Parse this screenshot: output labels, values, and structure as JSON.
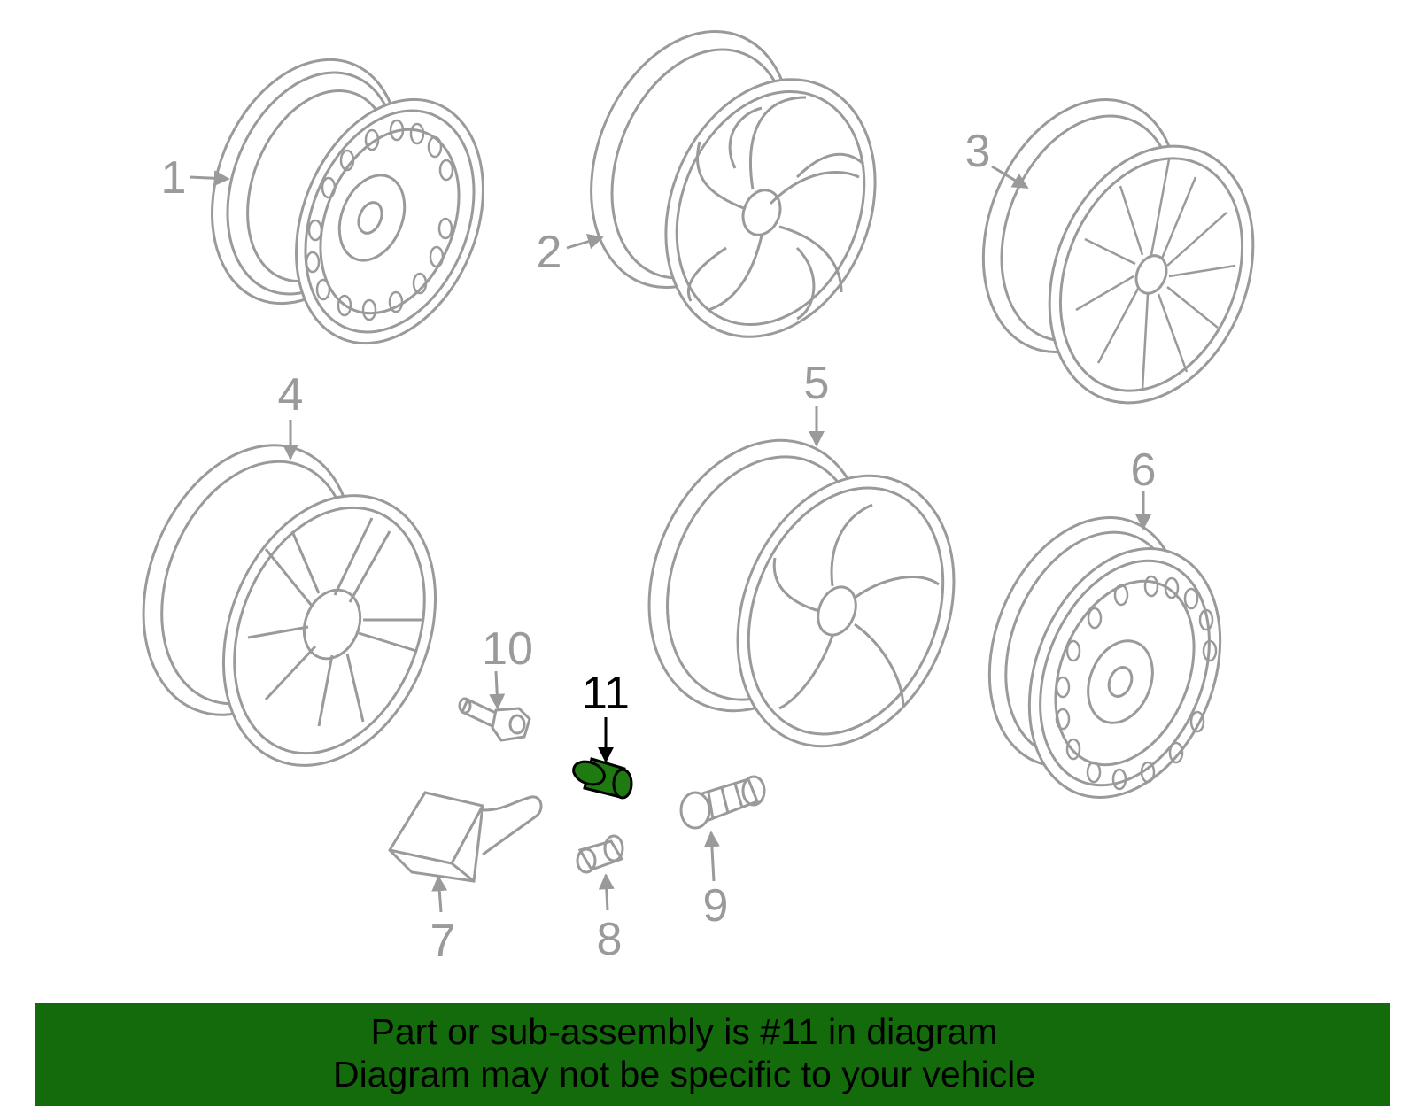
{
  "colors": {
    "line": "#9a9a9a",
    "highlight_line": "#000000",
    "highlight_fill": "#1f7a12",
    "banner_bg": "#136b0b",
    "banner_text": "#000000"
  },
  "callouts": {
    "c1": "1",
    "c2": "2",
    "c3": "3",
    "c4": "4",
    "c5": "5",
    "c6": "6",
    "c7": "7",
    "c8": "8",
    "c9": "9",
    "c10": "10",
    "c11": "11"
  },
  "banner": {
    "line1": "Part or sub-assembly is #11 in diagram",
    "line2": "Diagram may not be specific to your vehicle"
  }
}
